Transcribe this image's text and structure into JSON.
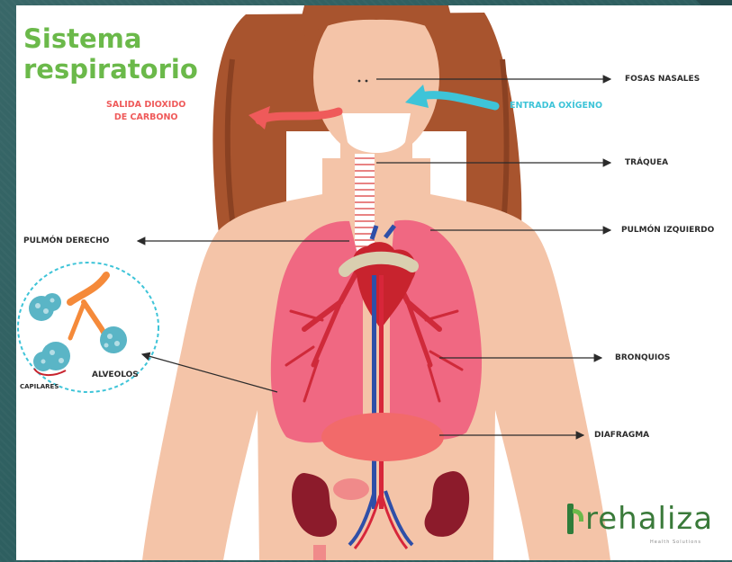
{
  "title": {
    "line1": "Sistema",
    "line2": "respiratorio"
  },
  "labels": {
    "co2_line1": "SALIDA DIOXIDO",
    "co2_line2": "DE CARBONO",
    "o2": "ENTRADA OXÍGENO",
    "nasal": "FOSAS NASALES",
    "trachea": "TRÁQUEA",
    "right_lung": "PULMÓN DERECHO",
    "left_lung": "PULMÓN IZQUIERDO",
    "bronchi": "BRONQUIOS",
    "diaphragm": "DIAFRAGMA",
    "alveoli": "ALVEOLOS",
    "capillaries": "CAPILARES"
  },
  "logo": {
    "text": "rehaliza",
    "tagline": "Health Solutions"
  },
  "colors": {
    "title_green": "#6bb94a",
    "co2_red": "#ef5a5a",
    "o2_cyan": "#3ec4d8",
    "skin": "#f4c4a8",
    "hair": "#a8542e",
    "lung": "#f06882",
    "heart": "#c8232e",
    "logo_green": "#3a7a3a"
  },
  "icons": {
    "co2_arrow": "curved-arrow-left-icon",
    "o2_arrow": "curved-arrow-in-icon"
  }
}
